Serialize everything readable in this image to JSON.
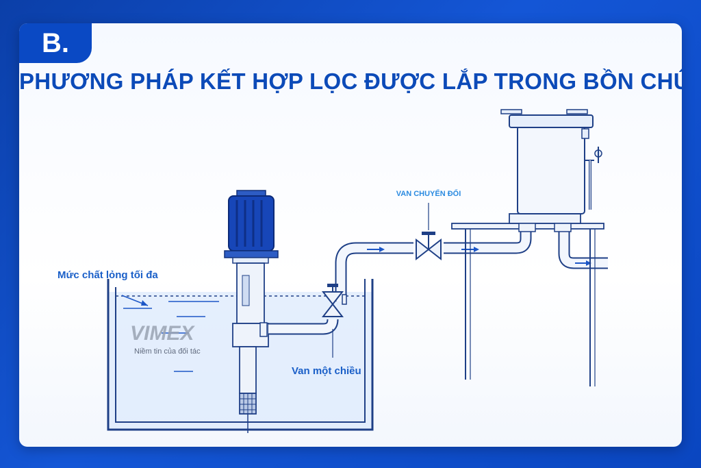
{
  "header": {
    "badge": "B.",
    "title": "PHƯƠNG PHÁP KẾT HỢP LỌC ĐƯỢC LẮP TRONG BỒN CHỨA"
  },
  "labels": {
    "max_level": "Mức chất lỏng tối đa",
    "switch_valve": "VAN CHUYỂN ĐỔI",
    "check_valve": "Van một chiều"
  },
  "watermark": {
    "brand": "VIMEX",
    "slogan": "Niềm tin của đối tác"
  },
  "colors": {
    "background": "#0b3fa8",
    "accent": "#0c4ab8",
    "label_blue": "#1a5fc8",
    "switch_label": "#2a8ae0",
    "motor": "#1746b8",
    "water": "#dceafc",
    "pipe_outline": "#1e3f86",
    "flow_arrow": "#1d57c7"
  }
}
